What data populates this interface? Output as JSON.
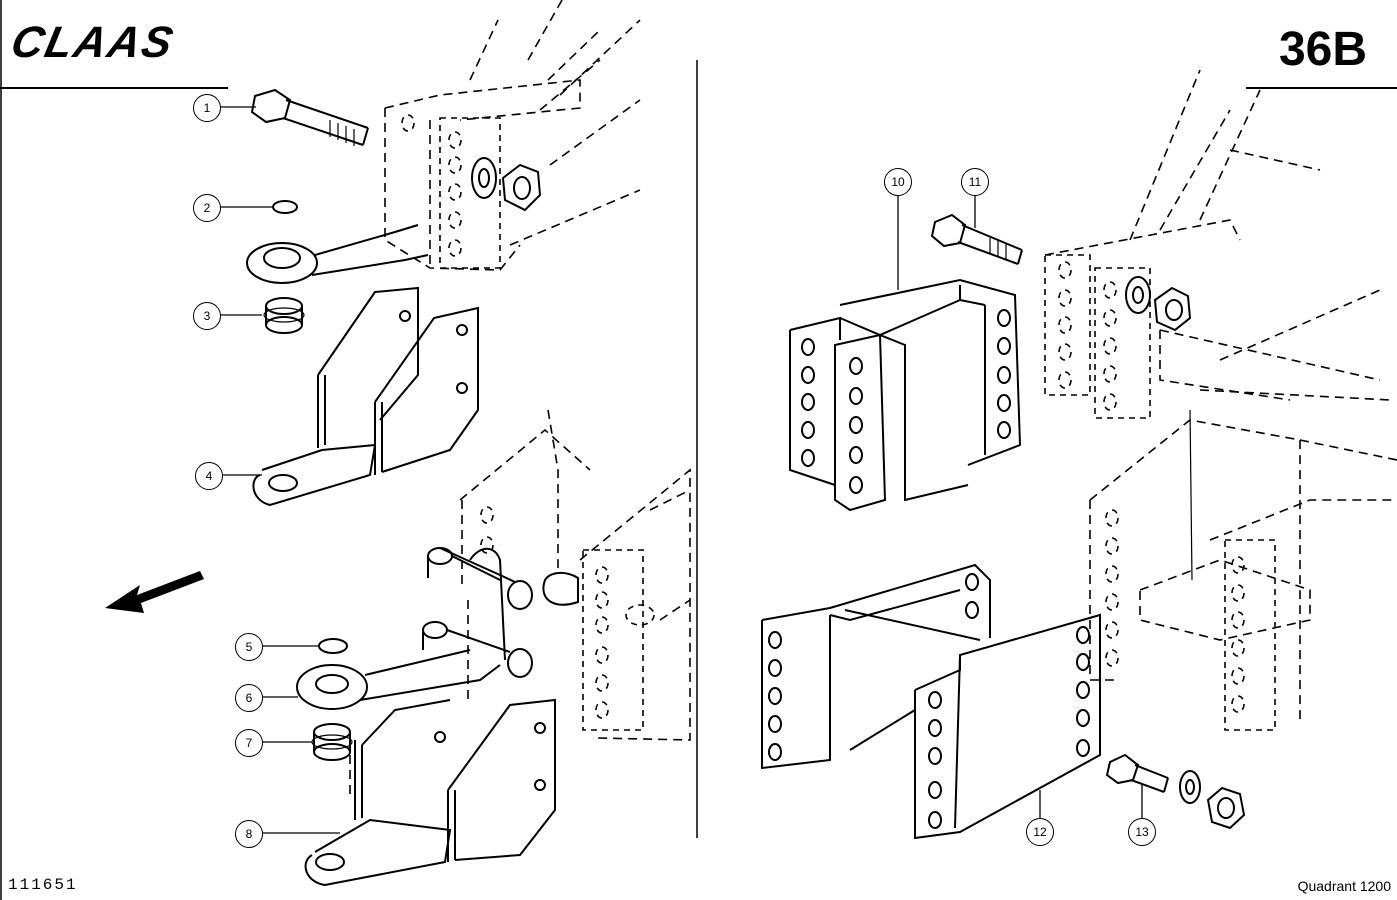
{
  "header": {
    "brand": "CLAAS",
    "page_number": "36B"
  },
  "footer": {
    "document_number": "111651",
    "model": "Quadrant 1200"
  },
  "callouts": [
    "1",
    "2",
    "3",
    "4",
    "5",
    "6",
    "7",
    "8",
    "10",
    "11",
    "12",
    "13"
  ],
  "colors": {
    "ink": "#000000",
    "paper": "#ffffff"
  }
}
